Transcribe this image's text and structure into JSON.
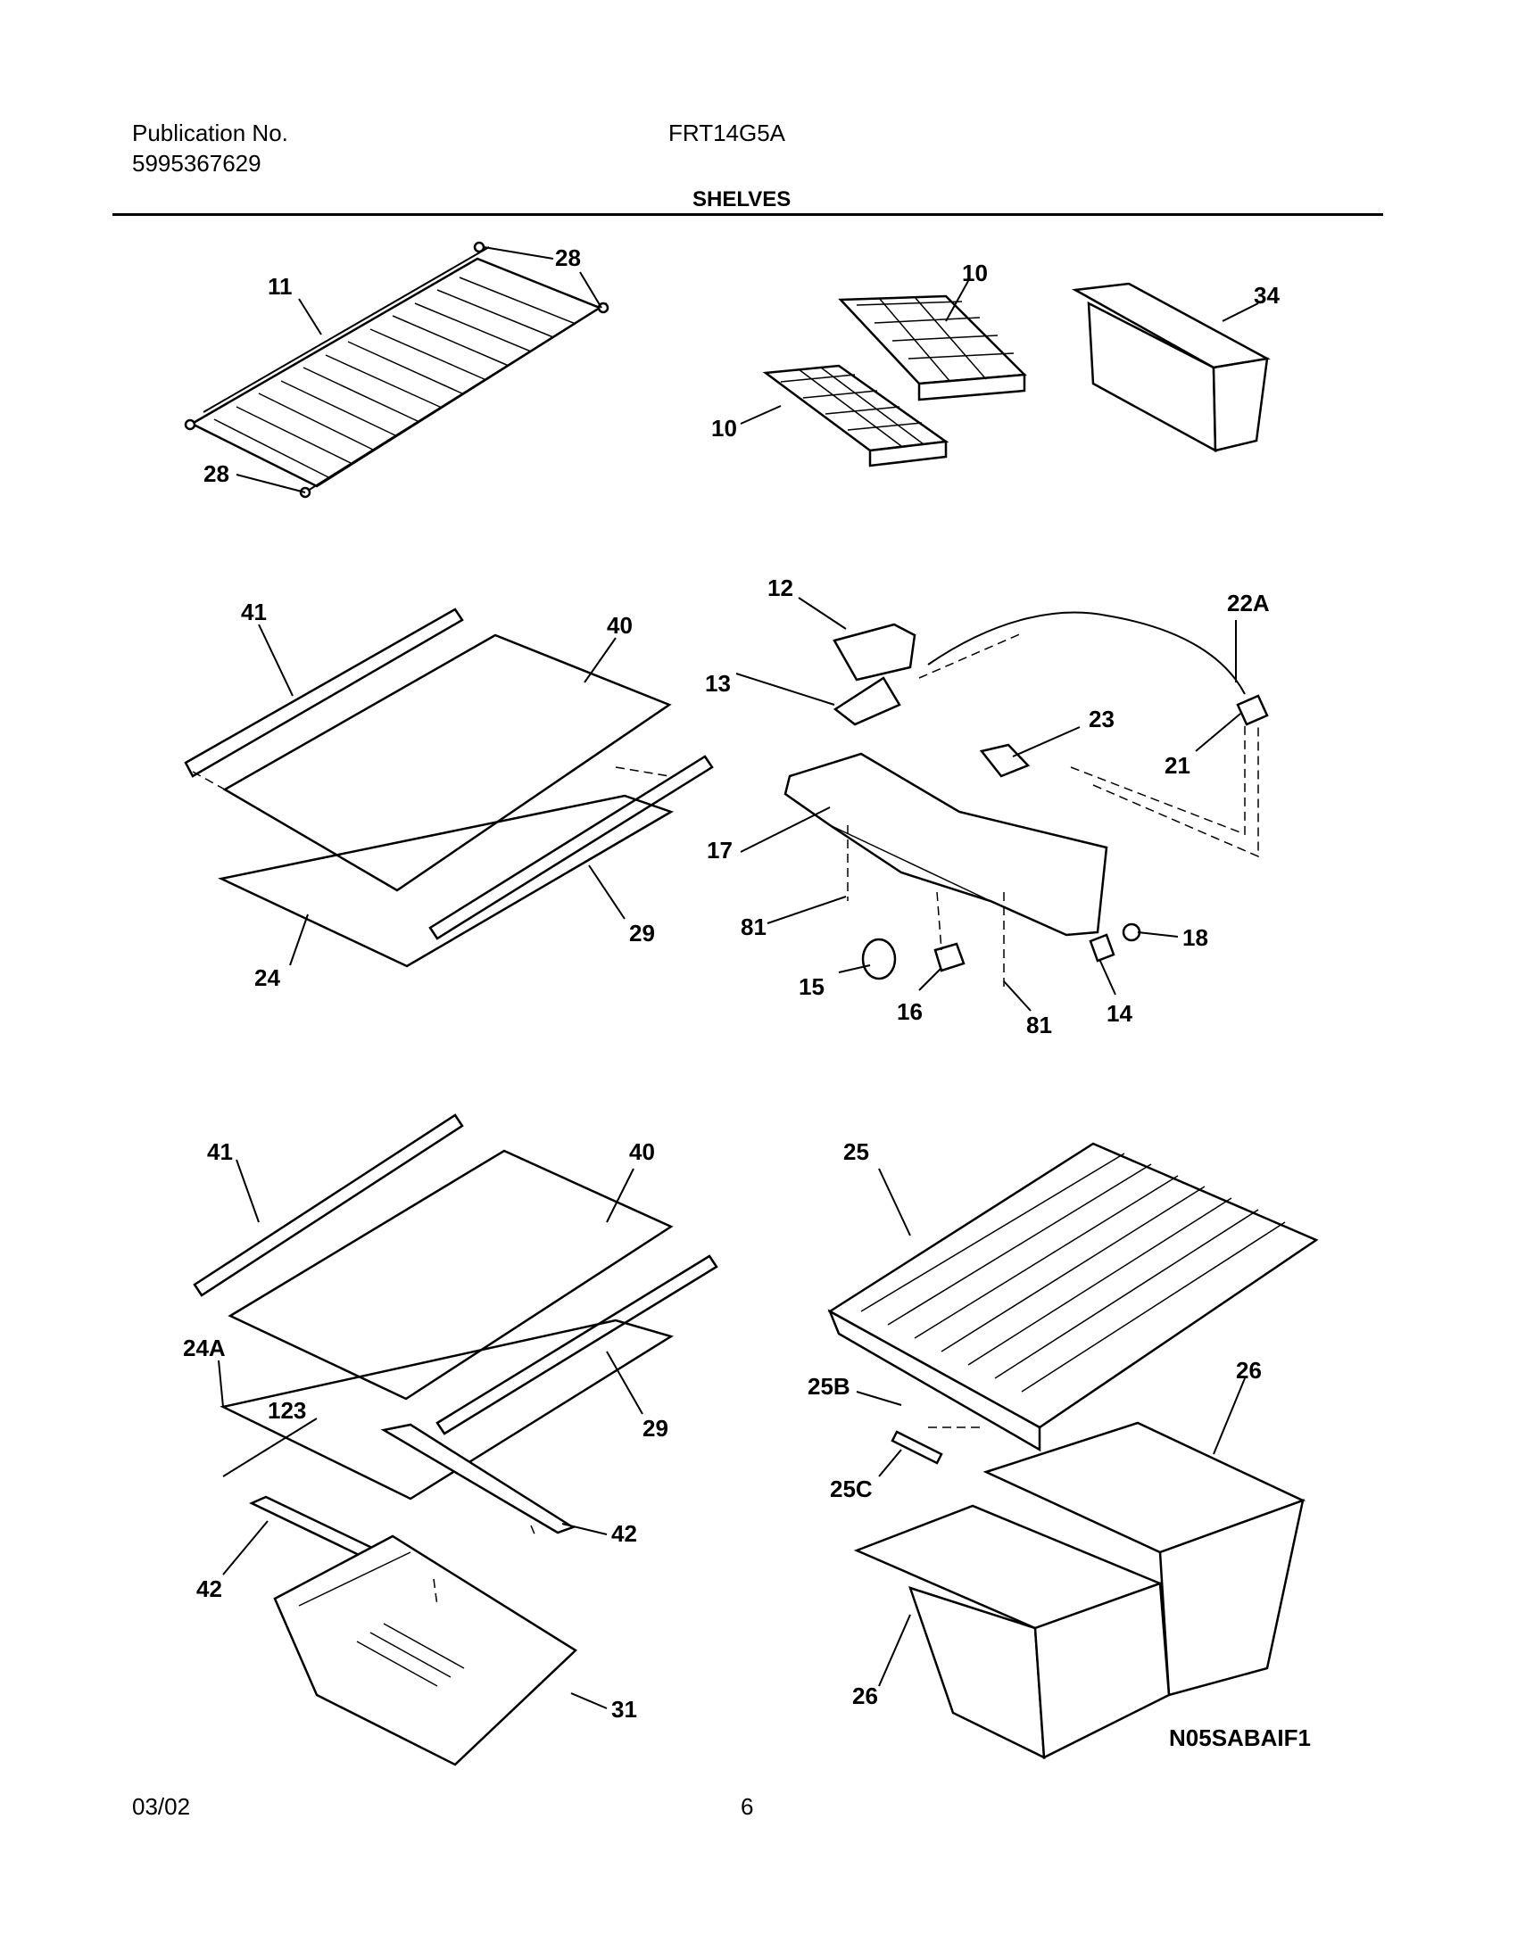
{
  "header": {
    "publication_label": "Publication No.",
    "publication_number": "5995367629",
    "model": "FRT14G5A",
    "section_title": "SHELVES"
  },
  "footer": {
    "date": "03/02",
    "page_number": "6",
    "drawing_code": "N05SABAIF1"
  },
  "callouts": {
    "c11": "11",
    "c28a": "28",
    "c28b": "28",
    "c10a": "10",
    "c10b": "10",
    "c34": "34",
    "c41a": "41",
    "c40a": "40",
    "c29a": "29",
    "c24": "24",
    "c12": "12",
    "c13": "13",
    "c22a": "22A",
    "c23": "23",
    "c21": "21",
    "c17": "17",
    "c81a": "81",
    "c15": "15",
    "c16": "16",
    "c81b": "81",
    "c14": "14",
    "c18": "18",
    "c41b": "41",
    "c40b": "40",
    "c24a": "24A",
    "c123": "123",
    "c29b": "29",
    "c42a": "42",
    "c42b": "42",
    "c31": "31",
    "c25": "25",
    "c25b": "25B",
    "c25c": "25C",
    "c26a": "26",
    "c26b": "26"
  }
}
